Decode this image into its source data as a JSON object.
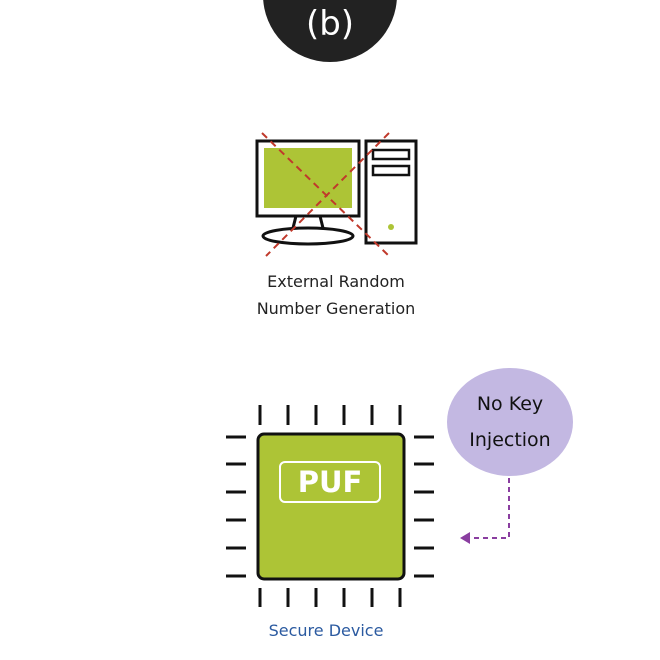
{
  "panel": {
    "label": "(b)"
  },
  "external": {
    "caption_line1": "External Random",
    "caption_line2": "Number Generation",
    "icon": "desktop-computer-icon",
    "crossed_out": true
  },
  "device": {
    "chip_label": "PUF",
    "caption": "Secure Device",
    "icon": "chip-icon"
  },
  "callout": {
    "line1": "No Key",
    "line2": "Injection"
  },
  "colors": {
    "badge": "#222222",
    "chip_green": "#adc436",
    "bubble": "#c3b8e2",
    "arrow": "#8a3ea0",
    "cross": "#c0392b",
    "caption_blue": "#2b5aa0"
  }
}
